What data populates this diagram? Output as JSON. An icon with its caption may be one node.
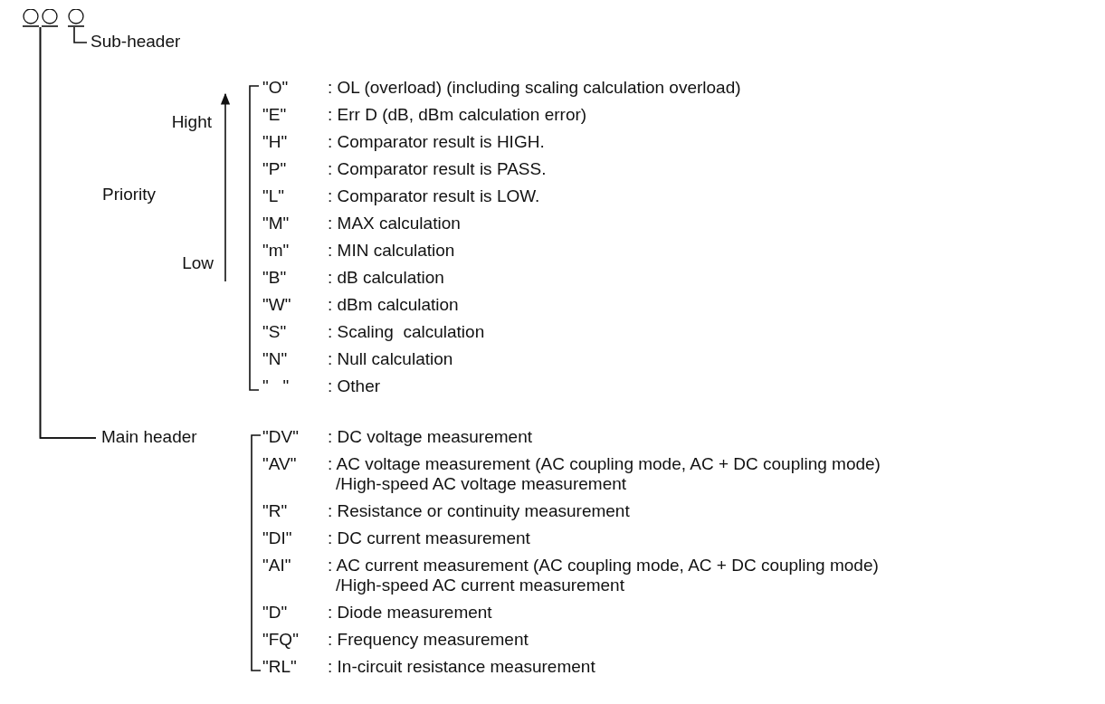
{
  "diagram": {
    "nodes": [
      {
        "text": [],
        "shape": "circle"
      },
      {
        "text": [],
        "shape": "circle"
      },
      {
        "text": [],
        "shape": "circle"
      },
      {
        "text": [
          "Sub-header"
        ]
      },
      {
        "text": [
          "Main header"
        ]
      }
    ],
    "edges": [
      {
        "from": 3,
        "to": 2,
        "arrow": "none"
      },
      {
        "from": 4,
        "to": 0,
        "arrow": "none"
      },
      {
        "from": 4,
        "to": 1,
        "arrow": "none"
      }
    ],
    "labels": [
      "Hight",
      "Priority",
      "Low",
      "\"O\"",
      ": OL (overload) (including scaling calculation overload)",
      "\"E\"",
      ": Err D (dB, dBm calculation error)",
      "\"H\"",
      ": Comparator result is HIGH.",
      "\"P\"",
      ": Comparator result is PASS.",
      "\"L\"",
      ": Comparator result is LOW.",
      "\"M\"",
      ": MAX calculation",
      "\"m\"",
      ": MIN calculation",
      "\"B\"",
      ": dB calculation",
      "\"W\"",
      ": dBm calculation",
      "\"S\"",
      ": Scaling  calculation",
      "\"N\"",
      ": Null calculation",
      "\"   \"",
      ": Other",
      "\"DV\"",
      ": DC voltage measurement",
      "\"AV\"",
      ": AC voltage measurement (AC coupling mode, AC + DC coupling mode) /High-speed AC voltage measurement",
      "\"R\"",
      ": Resistance or continuity measurement",
      "\"DI\"",
      ": DC current measurement",
      "\"AI\"",
      ": AC current measurement (AC coupling mode, AC + DC coupling mode) /High-speed AC current measurement",
      "\"D\"",
      ": Diode measurement",
      "\"FQ\"",
      ": Frequency measurement",
      "\"RL\"",
      ": In-circuit resistance measurement"
    ]
  }
}
